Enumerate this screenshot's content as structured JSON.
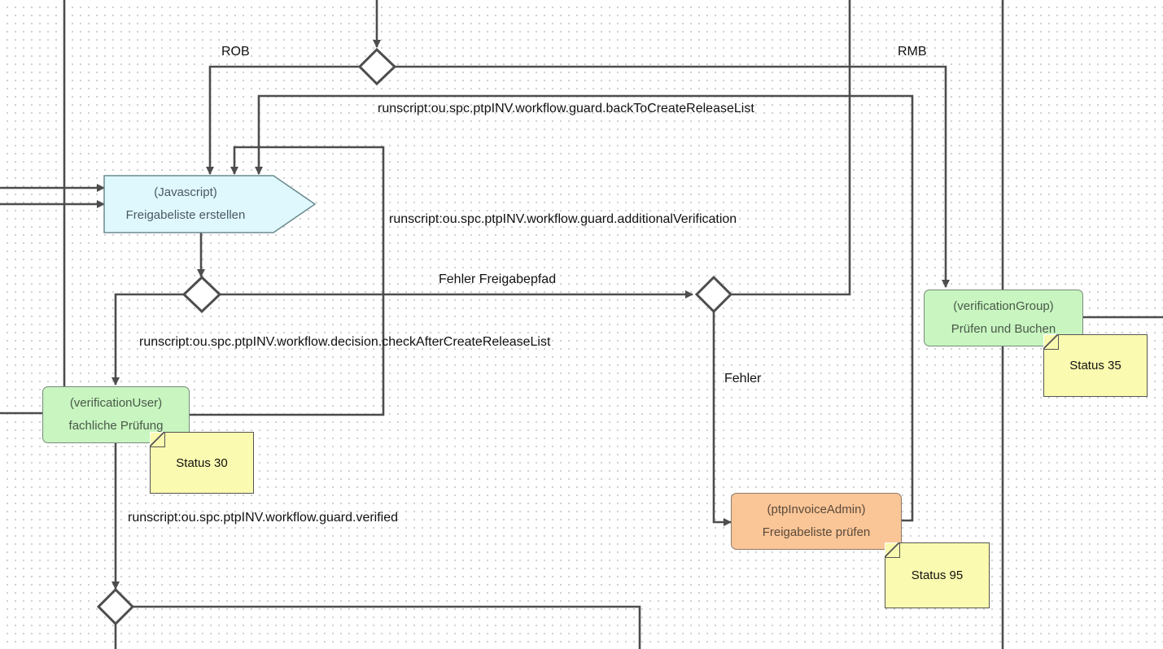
{
  "nodes": {
    "javascript_task": {
      "role": "(Javascript)",
      "name": "Freigabeliste erstellen",
      "fill": "#dff8fd"
    },
    "verification_user": {
      "role": "(verificationUser)",
      "name": "fachliche Prüfung",
      "fill": "#c8f5c0"
    },
    "verification_group": {
      "role": "(verificationGroup)",
      "name": "Prüfen und Buchen",
      "fill": "#c8f5c0"
    },
    "invoice_admin": {
      "role": "(ptpInvoiceAdmin)",
      "name": "Freigabeliste prüfen",
      "fill": "#fac597"
    }
  },
  "notes": {
    "status_30": "Status 30",
    "status_35": "Status 35",
    "status_95": "Status 95"
  },
  "edge_labels": {
    "rob": "ROB",
    "rmb": "RMB",
    "back_to_create": "runscript:ou.spc.ptpINV.workflow.guard.backToCreateReleaseList",
    "additional_verification": "runscript:ou.spc.ptpINV.workflow.guard.additionalVerification",
    "fehler_freigabepfad": "Fehler Freigabepfad",
    "check_after_create": "runscript:ou.spc.ptpINV.workflow.decision.checkAfterCreateReleaseList",
    "fehler": "Fehler",
    "verified": "runscript:ou.spc.ptpINV.workflow.guard.verified"
  },
  "colors": {
    "edge": "#4d4d4d",
    "note_fill": "#fafab0",
    "grid_dot": "#c4c4c4"
  }
}
